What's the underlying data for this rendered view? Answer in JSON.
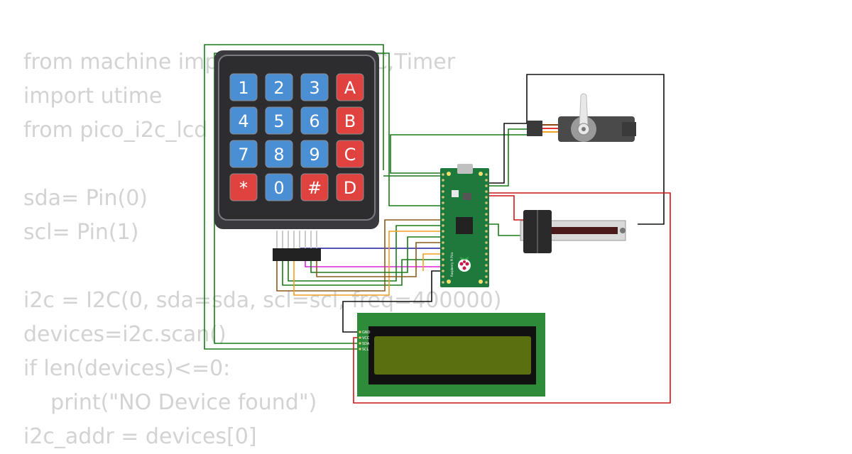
{
  "code_lines": [
    "from machine import Pin,PWM,I2C,Timer",
    "import utime",
    "from pico_i2c_lcd import I2cLcd",
    "",
    "sda= Pin(0)",
    "scl= Pin(1)",
    "",
    "i2c = I2C(0, sda=sda, scl=scl, freq=400000)",
    "devices=i2c.scan()",
    "if len(devices)<=0:",
    "    print(\"NO Device found\")",
    "i2c_addr = devices[0]"
  ],
  "keypad": {
    "rows": [
      [
        "1",
        "2",
        "3",
        "A"
      ],
      [
        "4",
        "5",
        "6",
        "B"
      ],
      [
        "7",
        "8",
        "9",
        "C"
      ],
      [
        "*",
        "0",
        "#",
        "D"
      ]
    ],
    "colors": {
      "number": "#4a8fd4",
      "letter": "#e0433f",
      "body": "#3a3a3e",
      "frame": "#5a5a5e"
    }
  },
  "lcd": {
    "pins": [
      "GND",
      "VCC",
      "SDA",
      "SCL"
    ],
    "colors": {
      "board": "#2e8b3a",
      "bezel": "#111111",
      "screen": "#5a6f0f"
    }
  },
  "pico": {
    "label": "Raspberry Pi Pico",
    "color": "#1e7a3c"
  },
  "wires": {
    "green": "#1a7a1a",
    "red": "#d01515",
    "black": "#111111",
    "orange": "#f0a020",
    "brown": "#8b5a1a",
    "blue": "#1a1aa0",
    "pink": "#e020e0"
  }
}
